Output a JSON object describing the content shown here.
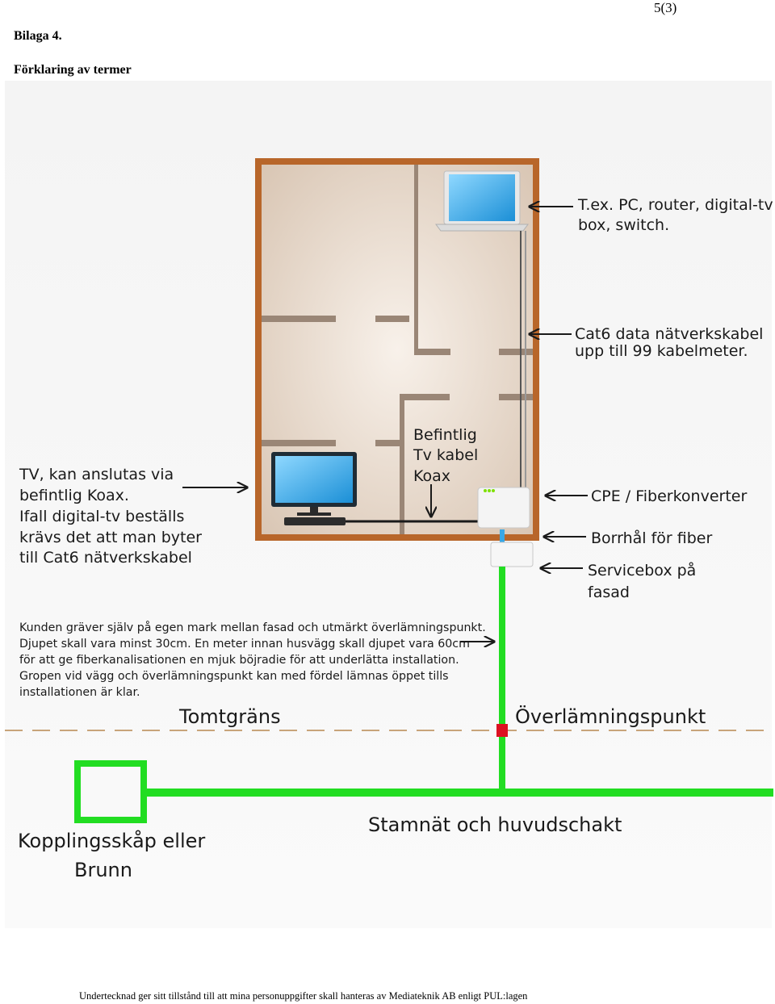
{
  "header": {
    "page_number": "5(3)",
    "appendix": "Bilaga 4.",
    "section_title": "Förklaring av termer"
  },
  "diagram": {
    "device_label": [
      "T.ex. PC, router, digital-tv",
      "box, switch."
    ],
    "cable_label": [
      "Cat6 data nätverkskabel",
      "upp till 99 kabelmeter."
    ],
    "coax_label": [
      "Befintlig",
      "Tv kabel",
      "Koax"
    ],
    "tv_label": [
      "TV, kan anslutas via",
      "befintlig Koax.",
      "Ifall digital-tv  beställs",
      "krävs det att man byter",
      "till Cat6 nätverkskabel"
    ],
    "cpe_label": "CPE / Fiberkonverter",
    "drill_label": "Borrhål för fiber",
    "servicebox_label": [
      "Servicebox på",
      "fasad"
    ],
    "customer_note": [
      "Kunden gräver själv på egen mark mellan fasad och utmärkt överlämningspunkt.",
      "Djupet skall vara  minst  30cm. En meter innan husvägg skall djupet vara 60cm",
      "för att ge fiberkanalisationen en mjuk böjradie för att underlätta installation.",
      "Gropen vid vägg och överlämningspunkt kan med fördel lämnas öppet tills",
      "installationen är klar."
    ],
    "property_line_label": "Tomtgräns",
    "handover_label": "Överlämningspunkt",
    "trunk_label": "Stamnät och huvudschakt",
    "cabinet_label": [
      "Kopplingsskåp eller",
      "Brunn"
    ],
    "colors": {
      "house_frame": "#b8662a",
      "fiber": "#22dd22",
      "handover_marker": "#dd1122",
      "property_line": "#c8a47a"
    }
  },
  "footer": {
    "text": "Undertecknad ger sitt tillstånd till att mina personuppgifter skall hanteras av Mediateknik AB enligt PUL:lagen"
  }
}
